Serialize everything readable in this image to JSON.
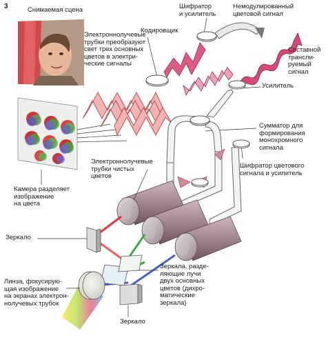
{
  "figure_number": "3",
  "labels": {
    "scene": "Снимаемая сцена",
    "tubes_convert": "Электроннолучевые\nтрубки преобразуют\nсвет трех основных\nцветов в электри-\nческие сигналы",
    "encoder": "Кодировщик",
    "encoder_amp": "Шифратор\nи усилитель",
    "unmodulated": "Немодулированный\nцветовой сигнал",
    "transmitted": "Составной\nтрансли-\nруемый\nсигнал",
    "amplifier": "Усилитель",
    "adder": "Сумматор для\nформирования\nмонохромного\nсигнала",
    "color_encoder": "Шифратор цветового\nсигнала и усилитель",
    "pure_tubes": "Электроннолучевые\nтрубки чистых\nцветов",
    "camera_splits": "Камера разделяет\nизображение\nна цвета",
    "mirror_left": "Зеркало",
    "lens": "Линза, фокусирую-\nщая изображение\nна экранах электрон-\nнолучевых трубок",
    "dichroic": "Зеркала, разде-\nляющие лучи\nдвух основных\nцветов (дихро-\nматические\nзеркала)",
    "mirror_bottom": "Зеркало"
  },
  "colors": {
    "signal_pink": "#f3b3b3",
    "signal_stroke": "#b04a50",
    "magenta_wave": "#d8487a",
    "tube_body": "#a88e97",
    "pipe_fill": "#f4f4f4",
    "pipe_stroke": "#666666",
    "red_beam": "#e8353a",
    "green_beam": "#3aa84a",
    "blue_beam": "#4560c8"
  }
}
